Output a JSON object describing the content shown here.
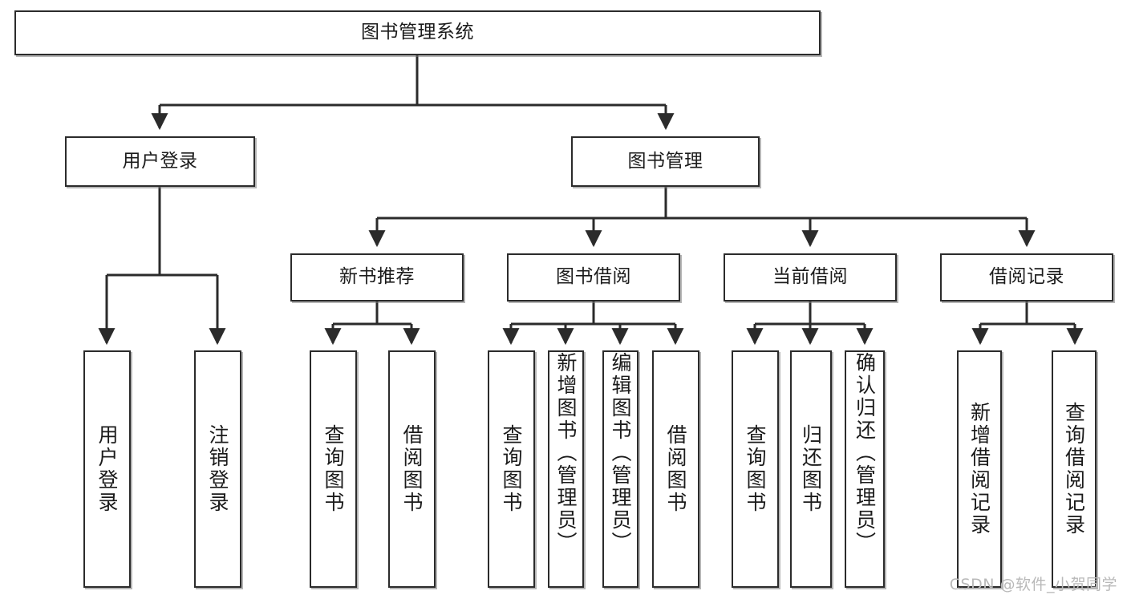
{
  "diagram": {
    "title": "图书管理系统",
    "type": "tree-hierarchy",
    "watermark": "CSDN @软件_小贺同学",
    "colors": {
      "box_border": "#2b2b2b",
      "box_fill": "#ffffff",
      "text": "#1b1b1b",
      "connector": "#2b2b2b",
      "watermark": "#b9b9b9"
    },
    "root": {
      "label": "图书管理系统"
    },
    "level1": [
      {
        "label": "用户登录"
      },
      {
        "label": "图书管理"
      }
    ],
    "level2": [
      {
        "label": "新书推荐"
      },
      {
        "label": "图书借阅"
      },
      {
        "label": "当前借阅"
      },
      {
        "label": "借阅记录"
      }
    ],
    "leaves": {
      "user_login": [
        {
          "label": "用户登录"
        },
        {
          "label": "注销登录"
        }
      ],
      "new_book_recommend": [
        {
          "label": "查询图书"
        },
        {
          "label": "借阅图书"
        }
      ],
      "book_borrow": [
        {
          "label": "查询图书"
        },
        {
          "label": "新增图书（管理员）"
        },
        {
          "label": "编辑图书（管理员）"
        },
        {
          "label": "借阅图书"
        }
      ],
      "current_borrow": [
        {
          "label": "查询图书"
        },
        {
          "label": "归还图书"
        },
        {
          "label": "确认归还（管理员）"
        }
      ],
      "borrow_record": [
        {
          "label": "新增借阅记录"
        },
        {
          "label": "查询借阅记录"
        }
      ]
    }
  }
}
